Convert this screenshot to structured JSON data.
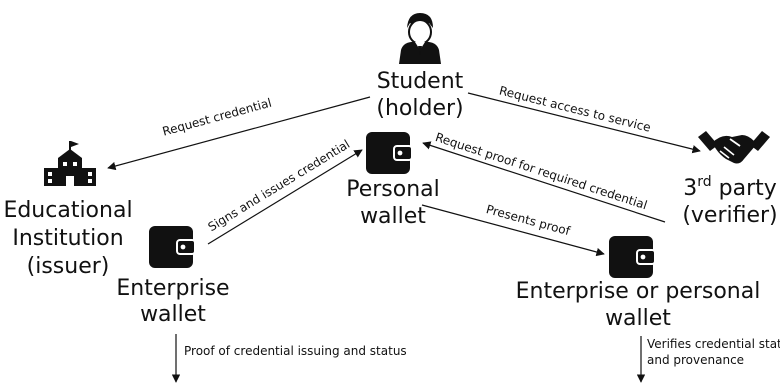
{
  "nodes": {
    "student": {
      "line1": "Student",
      "line2": "(holder)",
      "icon": "student-person-icon"
    },
    "personal_wallet": {
      "line1": "Personal",
      "line2": "wallet",
      "icon": "wallet-icon"
    },
    "issuer": {
      "line1": "Educational",
      "line2": "Institution",
      "line3": "(issuer)",
      "icon": "school-building-icon"
    },
    "enterprise_wallet": {
      "line1": "Enterprise",
      "line2": "wallet",
      "icon": "wallet-icon"
    },
    "verifier": {
      "line1": "3",
      "sup": "rd",
      "line1_rest": " party",
      "line2": "(verifier)",
      "icon": "handshake-icon"
    },
    "verifier_wallet": {
      "line1": "Enterprise or personal",
      "line2": "wallet",
      "icon": "wallet-icon"
    }
  },
  "edges": {
    "request_credential": "Request credential",
    "request_access": "Request access to service",
    "signs_issues": "Signs and issues credential",
    "request_proof": "Request proof for required credential",
    "presents_proof": "Presents proof",
    "proof_issuing_status": "Proof of credential issuing and status",
    "verifies_line1": "Verifies credential status",
    "verifies_line2": "and provenance"
  }
}
